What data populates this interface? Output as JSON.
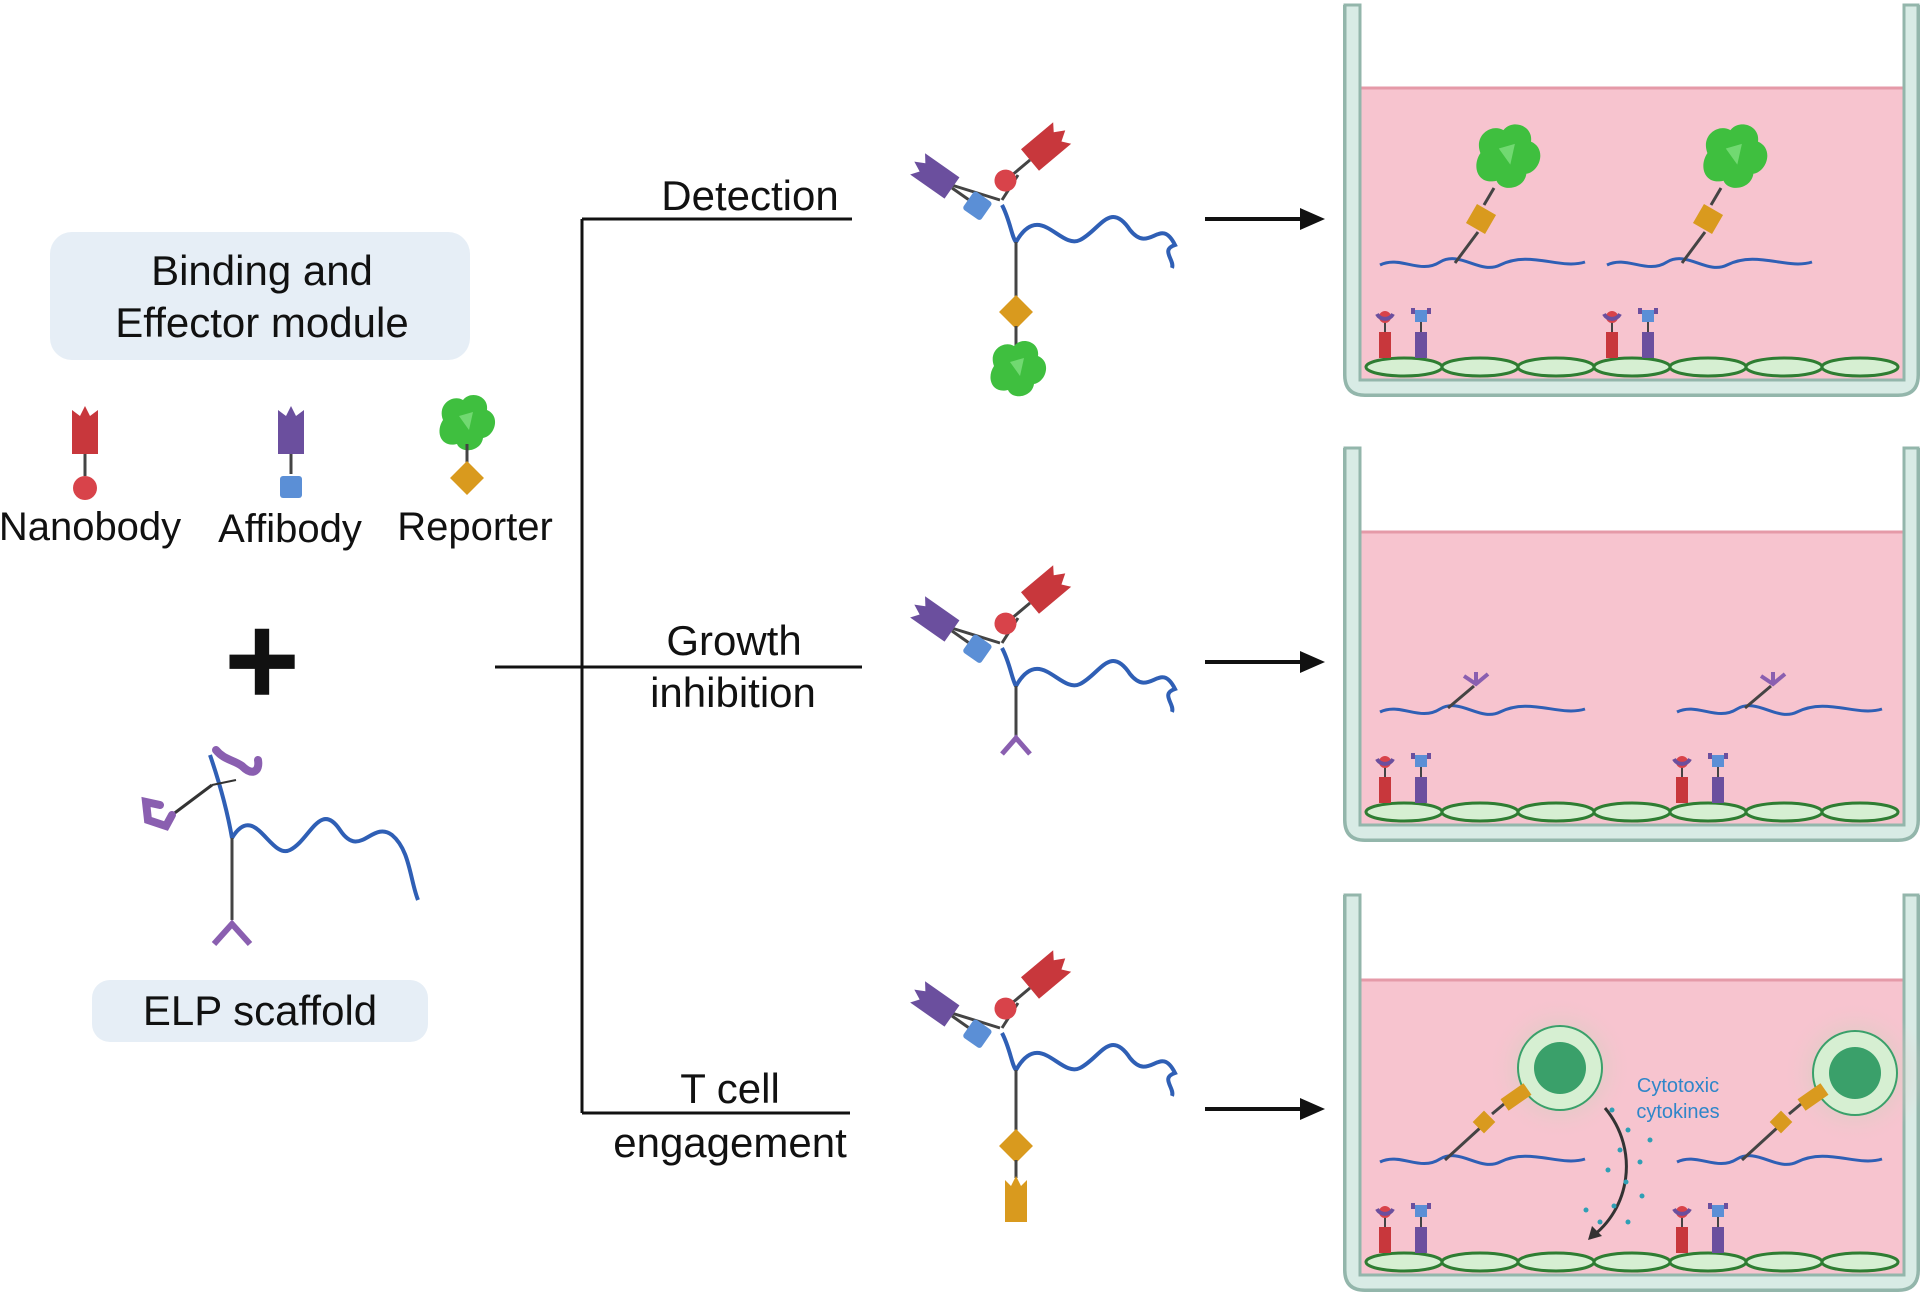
{
  "module_box": {
    "line1": "Binding and",
    "line2": "Effector module"
  },
  "legend": [
    {
      "label": "Nanobody",
      "icon": "nanobody-icon",
      "color": "#c8373c"
    },
    {
      "label": "Affibody",
      "icon": "affibody-icon",
      "color": "#6b4f9e"
    },
    {
      "label": "Reporter",
      "icon": "reporter-icon",
      "color": "#3fbf3f"
    }
  ],
  "plus_symbol": "+",
  "scaffold_label": "ELP scaffold",
  "branches": [
    {
      "line1": "Detection",
      "line2": ""
    },
    {
      "line1": "Growth",
      "line2": "inhibition"
    },
    {
      "line1": "T cell",
      "line2": "engagement"
    }
  ],
  "well_annotation": {
    "line1": "Cytotoxic",
    "line2": "cytokines"
  },
  "colors": {
    "nanobody": "#c8373c",
    "affibody": "#6b4f9e",
    "affibody_tip": "#4f86cc",
    "reporter": "#3fbf3f",
    "diamond": "#d99a1e",
    "elp": "#2f5fb5",
    "medium": "#f7c4cf",
    "well_wall": "#d8ebe5",
    "cell": "#d6efd2",
    "tcell": "#3aa06a"
  }
}
